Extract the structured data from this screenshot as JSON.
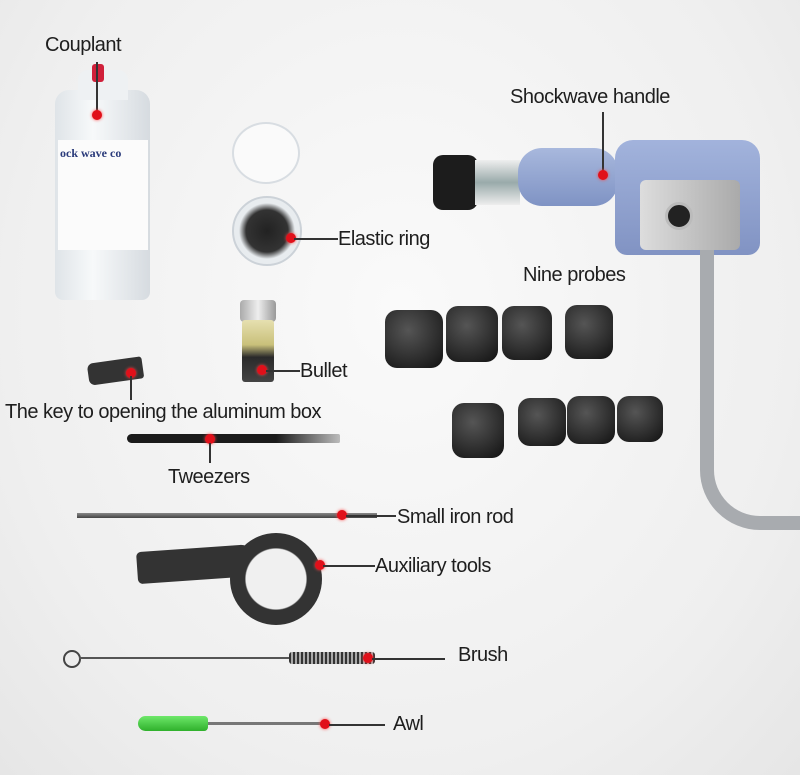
{
  "labels": {
    "couplant": "Couplant",
    "shockwave_handle": "Shockwave handle",
    "elastic_ring": "Elastic ring",
    "nine_probes": "Nine probes",
    "bullet": "Bullet",
    "key": "The key to opening the aluminum box",
    "tweezers": "Tweezers",
    "small_iron_rod": "Small iron rod",
    "auxiliary_tools": "Auxiliary tools",
    "brush": "Brush",
    "awl": "Awl"
  },
  "bottle_label_text": "ock wave co",
  "colors": {
    "marker": "#e0101a",
    "handle_blue": "#8fa3cf",
    "awl_green": "#3ecf3a"
  }
}
